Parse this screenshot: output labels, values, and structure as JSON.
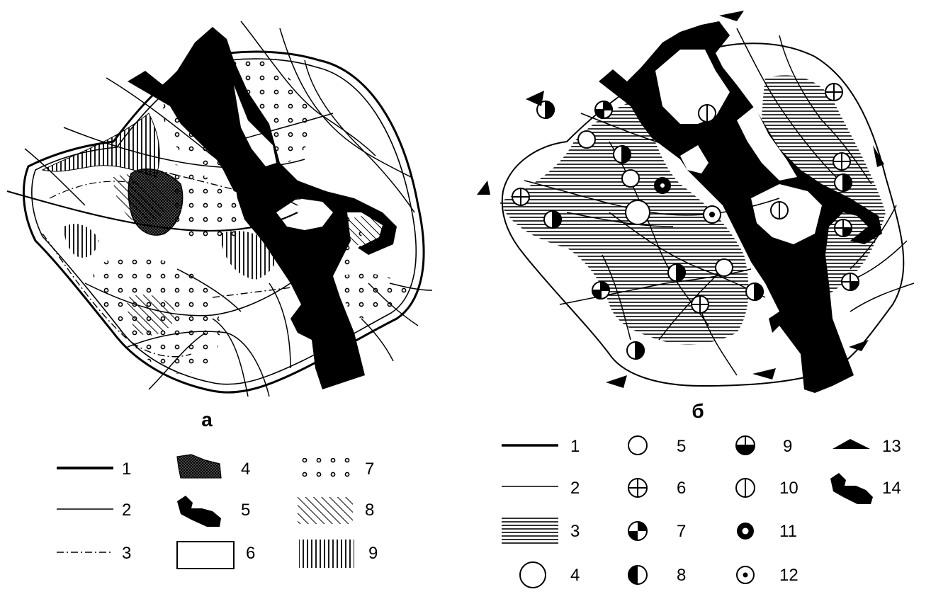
{
  "panels": {
    "a": {
      "caption": "а"
    },
    "b": {
      "caption": "б"
    }
  },
  "legend_a": [
    {
      "num": "1",
      "symbol": "thick-line"
    },
    {
      "num": "2",
      "symbol": "thin-line"
    },
    {
      "num": "3",
      "symbol": "dash-dot-line"
    },
    {
      "num": "4",
      "symbol": "crosshatch-patch"
    },
    {
      "num": "5",
      "symbol": "black-blob"
    },
    {
      "num": "6",
      "symbol": "empty-rectangle"
    },
    {
      "num": "7",
      "symbol": "small-circles-pattern"
    },
    {
      "num": "8",
      "symbol": "diagonal-hatch"
    },
    {
      "num": "9",
      "symbol": "vertical-hatch"
    }
  ],
  "legend_b": [
    {
      "num": "1",
      "symbol": "thick-line"
    },
    {
      "num": "2",
      "symbol": "thin-line"
    },
    {
      "num": "3",
      "symbol": "horizontal-hatch"
    },
    {
      "num": "4",
      "symbol": "large-circle"
    },
    {
      "num": "5",
      "symbol": "medium-circle"
    },
    {
      "num": "6",
      "symbol": "circle-cross"
    },
    {
      "num": "7",
      "symbol": "circle-quarters-black"
    },
    {
      "num": "8",
      "symbol": "circle-half-black"
    },
    {
      "num": "9",
      "symbol": "circle-quarter-black"
    },
    {
      "num": "10",
      "symbol": "circle-vertical-line"
    },
    {
      "num": "11",
      "symbol": "black-ring"
    },
    {
      "num": "12",
      "symbol": "circle-dot"
    },
    {
      "num": "13",
      "symbol": "triangle-arrow"
    },
    {
      "num": "14",
      "symbol": "black-blob"
    }
  ]
}
